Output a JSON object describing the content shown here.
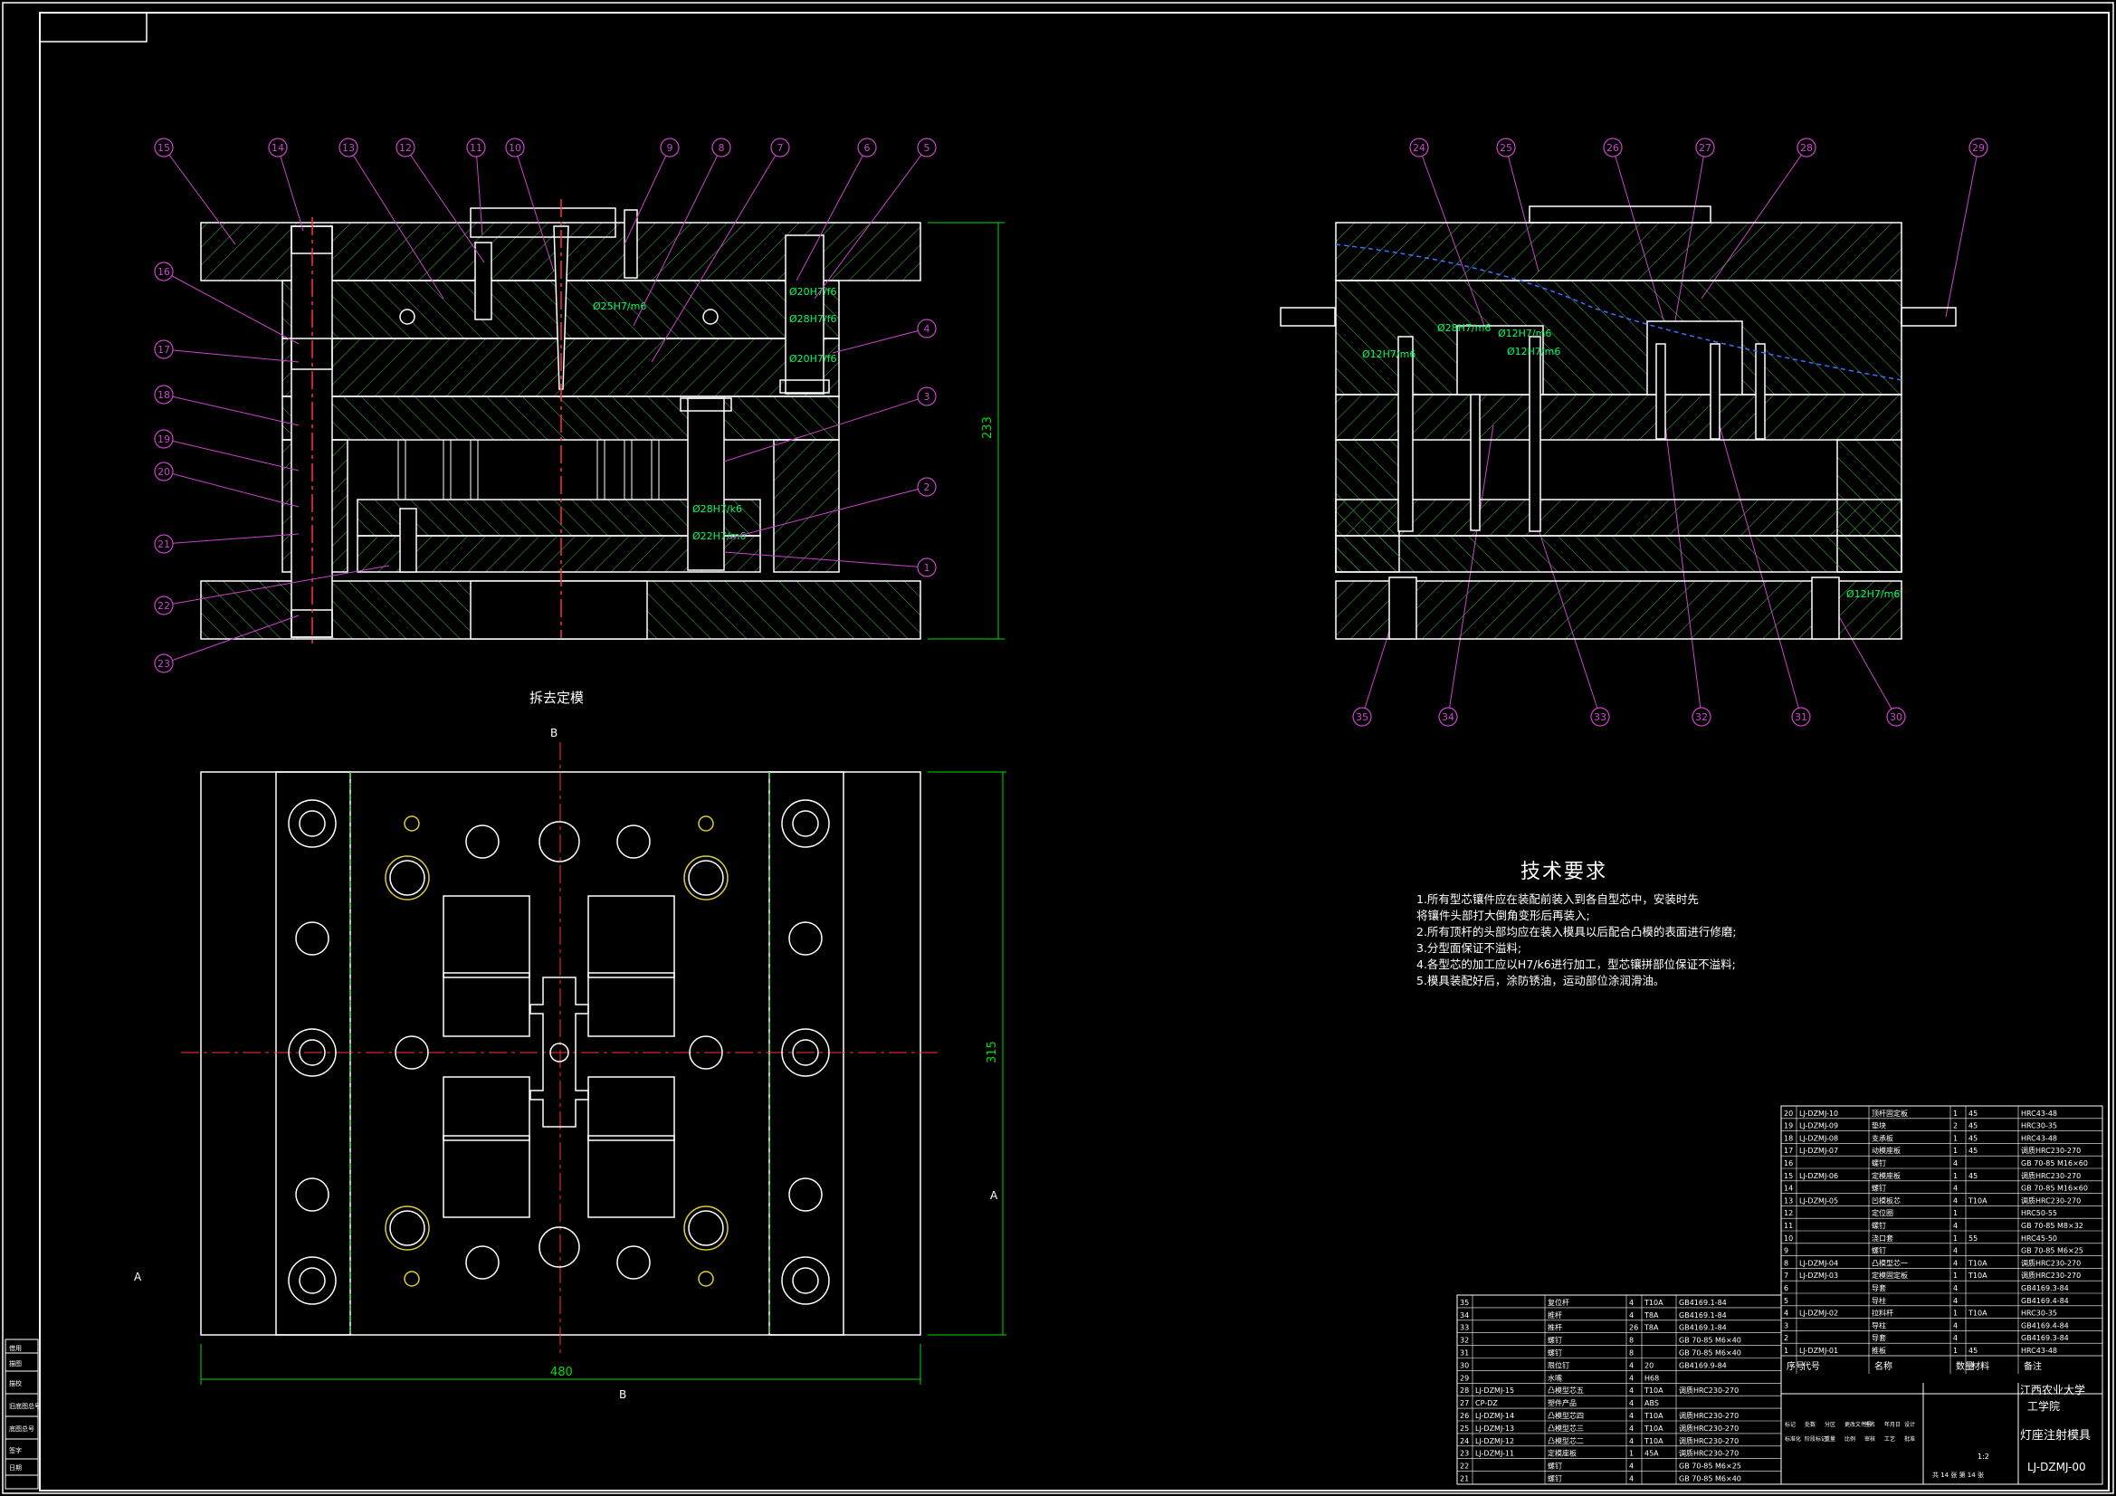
{
  "views": {
    "section_caption": "拆去定模",
    "section_labels": {
      "top": "B",
      "bottom": "B",
      "left": "A",
      "right": "A"
    }
  },
  "dimensions": {
    "height": "233",
    "width": "480",
    "plan_height": "315"
  },
  "balloons": {
    "left_view": [
      "15",
      "14",
      "13",
      "12",
      "11",
      "10",
      "9",
      "8",
      "7",
      "6",
      "5",
      "4",
      "3",
      "2",
      "1",
      "16",
      "17",
      "18",
      "19",
      "20",
      "21",
      "22",
      "23"
    ],
    "right_view_top": [
      "24",
      "25",
      "26",
      "27",
      "28",
      "29"
    ],
    "right_view_bottom": [
      "35",
      "34",
      "33",
      "32",
      "31",
      "30"
    ]
  },
  "fit_callouts": [
    "Ø25H7/m6",
    "Ø20H7/f6",
    "Ø28H7/f6",
    "Ø20H7/f6",
    "Ø28H7/k6",
    "Ø22H7/m6",
    "Ø28H7/m6",
    "Ø12H7/m6",
    "Ø12H7/m6",
    "Ø12H7/m6",
    "Ø12H7/m6"
  ],
  "tech_requirements": {
    "title": "技术要求",
    "items": [
      "1.所有型芯镶件应在装配前装入到各自型芯中，安装时先",
      "    将镶件头部打大倒角变形后再装入;",
      "2.所有顶杆的头部均应在装入模具以后配合凸模的表面进行修磨;",
      "3.分型面保证不溢料;",
      "4.各型芯的加工应以H7/k6进行加工，型芯镶拼部位保证不溢料;",
      "5.模具装配好后，涂防锈油，运动部位涂润滑油。"
    ]
  },
  "bom_right": {
    "rows": [
      [
        "20",
        "LJ-DZMJ-10",
        "顶杆固定板",
        "1",
        "45",
        "HRC43-48"
      ],
      [
        "19",
        "LJ-DZMJ-09",
        "垫块",
        "2",
        "45",
        "HRC30-35"
      ],
      [
        "18",
        "LJ-DZMJ-08",
        "支承板",
        "1",
        "45",
        "HRC43-48"
      ],
      [
        "17",
        "LJ-DZMJ-07",
        "动模座板",
        "1",
        "45",
        "调质HRC230-270"
      ],
      [
        "16",
        "",
        "螺钉",
        "4",
        "",
        "GB 70-85 M16×60"
      ],
      [
        "15",
        "LJ-DZMJ-06",
        "定模座板",
        "1",
        "45",
        "调质HRC230-270"
      ],
      [
        "14",
        "",
        "螺钉",
        "4",
        "",
        "GB 70-85 M16×60"
      ],
      [
        "13",
        "LJ-DZMJ-05",
        "凹模板芯",
        "4",
        "T10A",
        "调质HRC230-270"
      ],
      [
        "12",
        "",
        "定位圈",
        "1",
        "",
        "HRC50-55"
      ],
      [
        "11",
        "",
        "螺钉",
        "4",
        "",
        "GB 70-85 M8×32"
      ],
      [
        "10",
        "",
        "浇口套",
        "1",
        "55",
        "HRC45-50"
      ],
      [
        "9",
        "",
        "螺钉",
        "4",
        "",
        "GB 70-85 M6×25"
      ],
      [
        "8",
        "LJ-DZMJ-04",
        "凸模型芯一",
        "4",
        "T10A",
        "调质HRC230-270"
      ],
      [
        "7",
        "LJ-DZMJ-03",
        "定模固定板",
        "1",
        "T10A",
        "调质HRC230-270"
      ],
      [
        "6",
        "",
        "导套",
        "4",
        "",
        "GB4169.3-84"
      ],
      [
        "5",
        "",
        "导柱",
        "4",
        "",
        "GB4169.4-84"
      ],
      [
        "4",
        "LJ-DZMJ-02",
        "拉料杆",
        "1",
        "T10A",
        "HRC30-35"
      ],
      [
        "3",
        "",
        "导柱",
        "4",
        "",
        "GB4169.4-84"
      ],
      [
        "2",
        "",
        "导套",
        "4",
        "",
        "GB4169.3-84"
      ],
      [
        "1",
        "LJ-DZMJ-01",
        "推板",
        "1",
        "45",
        "HRC43-48"
      ]
    ],
    "header": [
      "序号",
      "代号",
      "名称",
      "数量",
      "材料",
      "备注"
    ]
  },
  "bom_left": {
    "rows": [
      [
        "35",
        "",
        "复位杆",
        "4",
        "T10A",
        "GB4169.1-84"
      ],
      [
        "34",
        "",
        "推杆",
        "4",
        "T8A",
        "GB4169.1-84"
      ],
      [
        "33",
        "",
        "推杆",
        "26",
        "T8A",
        "GB4169.1-84"
      ],
      [
        "32",
        "",
        "螺钉",
        "8",
        "",
        "GB 70-85 M6×40"
      ],
      [
        "31",
        "",
        "螺钉",
        "8",
        "",
        "GB 70-85 M6×40"
      ],
      [
        "30",
        "",
        "限位钉",
        "4",
        "20",
        "GB4169.9-84"
      ],
      [
        "29",
        "",
        "水嘴",
        "4",
        "H68",
        ""
      ],
      [
        "28",
        "LJ-DZMJ-15",
        "凸模型芯五",
        "4",
        "T10A",
        "调质HRC230-270"
      ],
      [
        "27",
        "CP-DZ",
        "塑件产品",
        "4",
        "ABS",
        ""
      ],
      [
        "26",
        "LJ-DZMJ-14",
        "凸模型芯四",
        "4",
        "T10A",
        "调质HRC230-270"
      ],
      [
        "25",
        "LJ-DZMJ-13",
        "凸模型芯三",
        "4",
        "T10A",
        "调质HRC230-270"
      ],
      [
        "24",
        "LJ-DZMJ-12",
        "凸模型芯二",
        "4",
        "T10A",
        "调质HRC230-270"
      ],
      [
        "23",
        "LJ-DZMJ-11",
        "定模座板",
        "1",
        "45A",
        "调质HRC230-270"
      ],
      [
        "22",
        "",
        "螺钉",
        "4",
        "",
        "GB 70-85 M6×25"
      ],
      [
        "21",
        "",
        "螺钉",
        "4",
        "",
        "GB 70-85 M6×40"
      ]
    ]
  },
  "title_block": {
    "school": "江西农业大学",
    "college": "工学院",
    "drawing_name": "灯座注射模具",
    "drawing_no": "LJ-DZMJ-00",
    "scale": "1:2",
    "sheet": "共 14 张  第 14 张",
    "labels": [
      "标记",
      "处数",
      "分区",
      "更改文件号",
      "签名",
      "年月日",
      "设计",
      "标准化",
      "阶段标记",
      "重量",
      "比例",
      "审核",
      "工艺",
      "批准"
    ]
  },
  "side_strip": [
    "借用",
    "描图",
    "描校",
    "旧底图总号",
    "底图总号",
    "签字",
    "日期"
  ],
  "colors": {
    "background": "#000000",
    "lines": "#ffffff",
    "hatch": "#4aa84a",
    "balloons": "#cc44cc",
    "dimensions": "#00dd00",
    "centerlines": "#ff3333",
    "callouts": "#00ff66"
  }
}
